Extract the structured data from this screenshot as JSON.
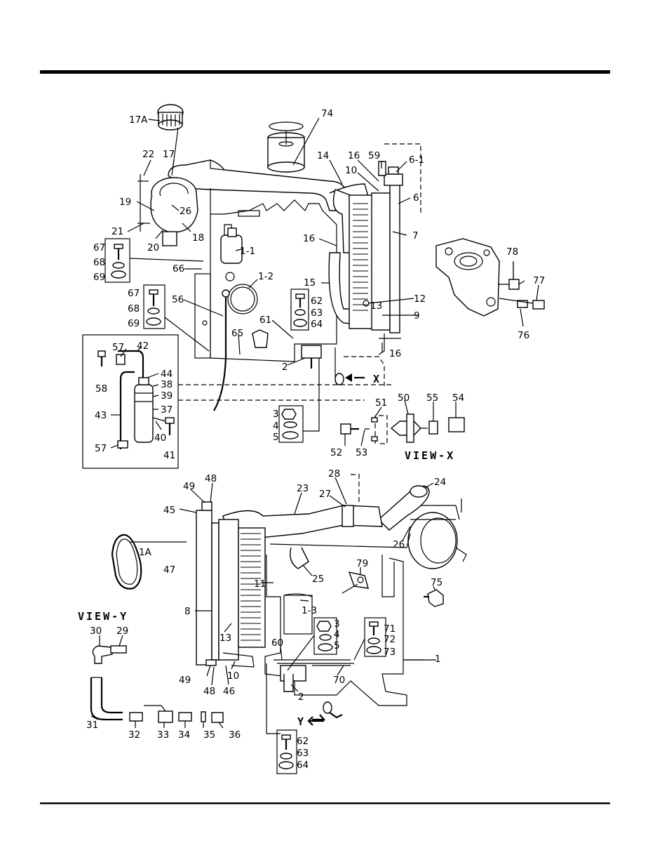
{
  "diagram": {
    "views": {
      "view_x": "VIEW-X",
      "view_y": "VIEW-Y",
      "arrow_x": "X",
      "arrow_y": "Y"
    },
    "labels": [
      "17A",
      "74",
      "22",
      "17",
      "14",
      "16",
      "59",
      "6-1",
      "10",
      "6",
      "19",
      "26",
      "21",
      "20",
      "18",
      "16",
      "7",
      "67",
      "1-1",
      "78",
      "68",
      "69",
      "66",
      "1-2",
      "15",
      "77",
      "67",
      "62",
      "12",
      "13",
      "9",
      "68",
      "63",
      "69",
      "64",
      "76",
      "56",
      "61",
      "65",
      "42",
      "57",
      "44",
      "2",
      "16",
      "58",
      "38",
      "39",
      "43",
      "37",
      "40",
      "41",
      "57",
      "3",
      "4",
      "5",
      "51",
      "50",
      "55",
      "54",
      "52",
      "53",
      "49",
      "48",
      "28",
      "24",
      "45",
      "27",
      "23",
      "1A",
      "47",
      "26",
      "25",
      "79",
      "11",
      "75",
      "1-3",
      "8",
      "13",
      "3",
      "4",
      "5",
      "71",
      "72",
      "73",
      "60",
      "1",
      "30",
      "29",
      "49",
      "48",
      "46",
      "10",
      "70",
      "2",
      "31",
      "32",
      "33",
      "34",
      "35",
      "36",
      "62",
      "63",
      "64"
    ]
  }
}
